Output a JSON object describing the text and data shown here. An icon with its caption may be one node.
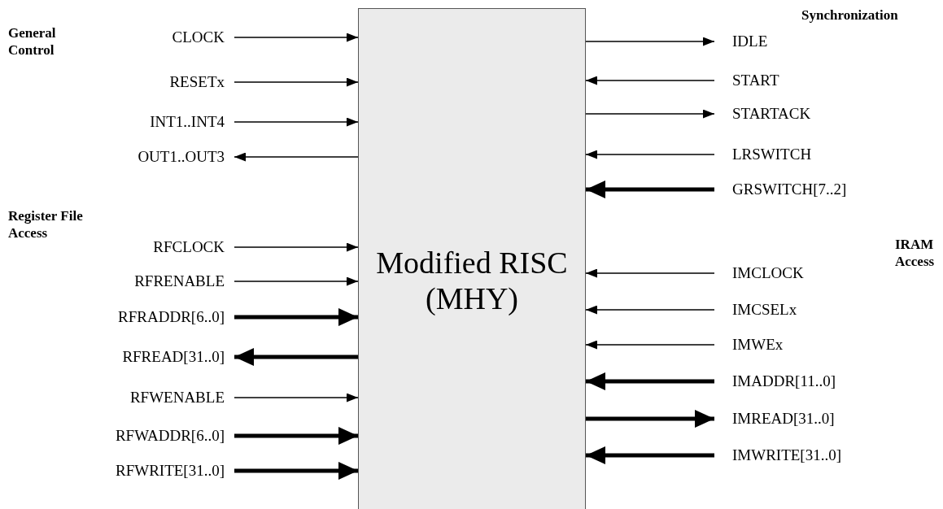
{
  "diagram": {
    "nodes": [
      {
        "text": [
          "Modified RISC (MHY)"
        ]
      },
      {
        "text": [
          "CLOCK"
        ]
      },
      {
        "text": [
          "RESETx"
        ]
      },
      {
        "text": [
          "INT1..INT4"
        ]
      },
      {
        "text": [
          "OUT1..OUT3"
        ]
      },
      {
        "text": [
          "RFCLOCK"
        ]
      },
      {
        "text": [
          "RFRENABLE"
        ]
      },
      {
        "text": [
          "RFRADDR[6..0]"
        ]
      },
      {
        "text": [
          "RFREAD[31..0]"
        ]
      },
      {
        "text": [
          "RFWENABLE"
        ]
      },
      {
        "text": [
          "RFWADDR[6..0]"
        ]
      },
      {
        "text": [
          "RFWRITE[31..0]"
        ]
      },
      {
        "text": [
          "IDLE"
        ]
      },
      {
        "text": [
          "START"
        ]
      },
      {
        "text": [
          "STARTACK"
        ]
      },
      {
        "text": [
          "LRSWITCH"
        ]
      },
      {
        "text": [
          "GRSWITCH[7..2]"
        ]
      },
      {
        "text": [
          "IMCLOCK"
        ]
      },
      {
        "text": [
          "IMCSELx"
        ]
      },
      {
        "text": [
          "IMWEx"
        ]
      },
      {
        "text": [
          "IMADDR[11..0]"
        ]
      },
      {
        "text": [
          "IMREAD[31..0]"
        ]
      },
      {
        "text": [
          "IMWRITE[31..0]"
        ]
      }
    ],
    "edges": [
      {
        "from": 1,
        "to": 0,
        "arrow": "to"
      },
      {
        "from": 2,
        "to": 0,
        "arrow": "to"
      },
      {
        "from": 3,
        "to": 0,
        "arrow": "to"
      },
      {
        "from": 0,
        "to": 4,
        "arrow": "to"
      },
      {
        "from": 5,
        "to": 0,
        "arrow": "to"
      },
      {
        "from": 6,
        "to": 0,
        "arrow": "to"
      },
      {
        "from": 7,
        "to": 0,
        "arrow": "to",
        "style": "thick"
      },
      {
        "from": 0,
        "to": 8,
        "arrow": "to",
        "style": "thick"
      },
      {
        "from": 9,
        "to": 0,
        "arrow": "to"
      },
      {
        "from": 10,
        "to": 0,
        "arrow": "to",
        "style": "thick"
      },
      {
        "from": 11,
        "to": 0,
        "arrow": "to",
        "style": "thick"
      },
      {
        "from": 0,
        "to": 12,
        "arrow": "to"
      },
      {
        "from": 13,
        "to": 0,
        "arrow": "to"
      },
      {
        "from": 0,
        "to": 14,
        "arrow": "to"
      },
      {
        "from": 15,
        "to": 0,
        "arrow": "to"
      },
      {
        "from": 16,
        "to": 0,
        "arrow": "to",
        "style": "thick"
      },
      {
        "from": 17,
        "to": 0,
        "arrow": "to"
      },
      {
        "from": 18,
        "to": 0,
        "arrow": "to"
      },
      {
        "from": 19,
        "to": 0,
        "arrow": "to"
      },
      {
        "from": 20,
        "to": 0,
        "arrow": "to",
        "style": "thick"
      },
      {
        "from": 0,
        "to": 21,
        "arrow": "to",
        "style": "thick"
      },
      {
        "from": 22,
        "to": 0,
        "arrow": "to",
        "style": "thick"
      }
    ],
    "labels": [
      "General Control",
      "Synchronization",
      "Register File Access",
      "IRAM Access"
    ]
  }
}
